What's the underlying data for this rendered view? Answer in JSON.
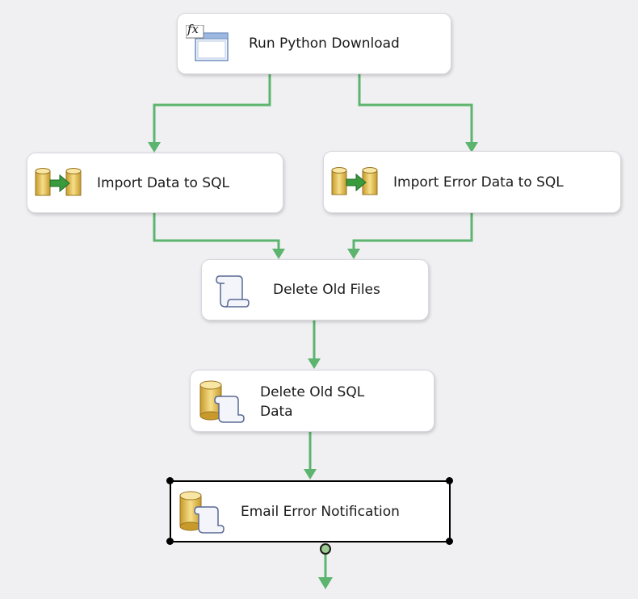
{
  "tasks": {
    "run_python": {
      "label": "Run Python Download",
      "icon": "execute-process-icon"
    },
    "import_data": {
      "label": "Import Data to SQL",
      "icon": "data-flow-icon"
    },
    "import_error": {
      "label": "Import Error Data to SQL",
      "icon": "data-flow-icon"
    },
    "delete_files": {
      "label": "Delete Old Files",
      "icon": "script-task-icon"
    },
    "delete_sql": {
      "label": "Delete Old SQL\nData",
      "icon": "execute-sql-icon"
    },
    "email_error": {
      "label": "Email Error Notification",
      "icon": "execute-sql-icon",
      "selected": true
    }
  },
  "colors": {
    "canvas": "#f0f0f3",
    "connector": "#5cb46e",
    "task_border": "#d8d8de",
    "selection": "#000000"
  }
}
